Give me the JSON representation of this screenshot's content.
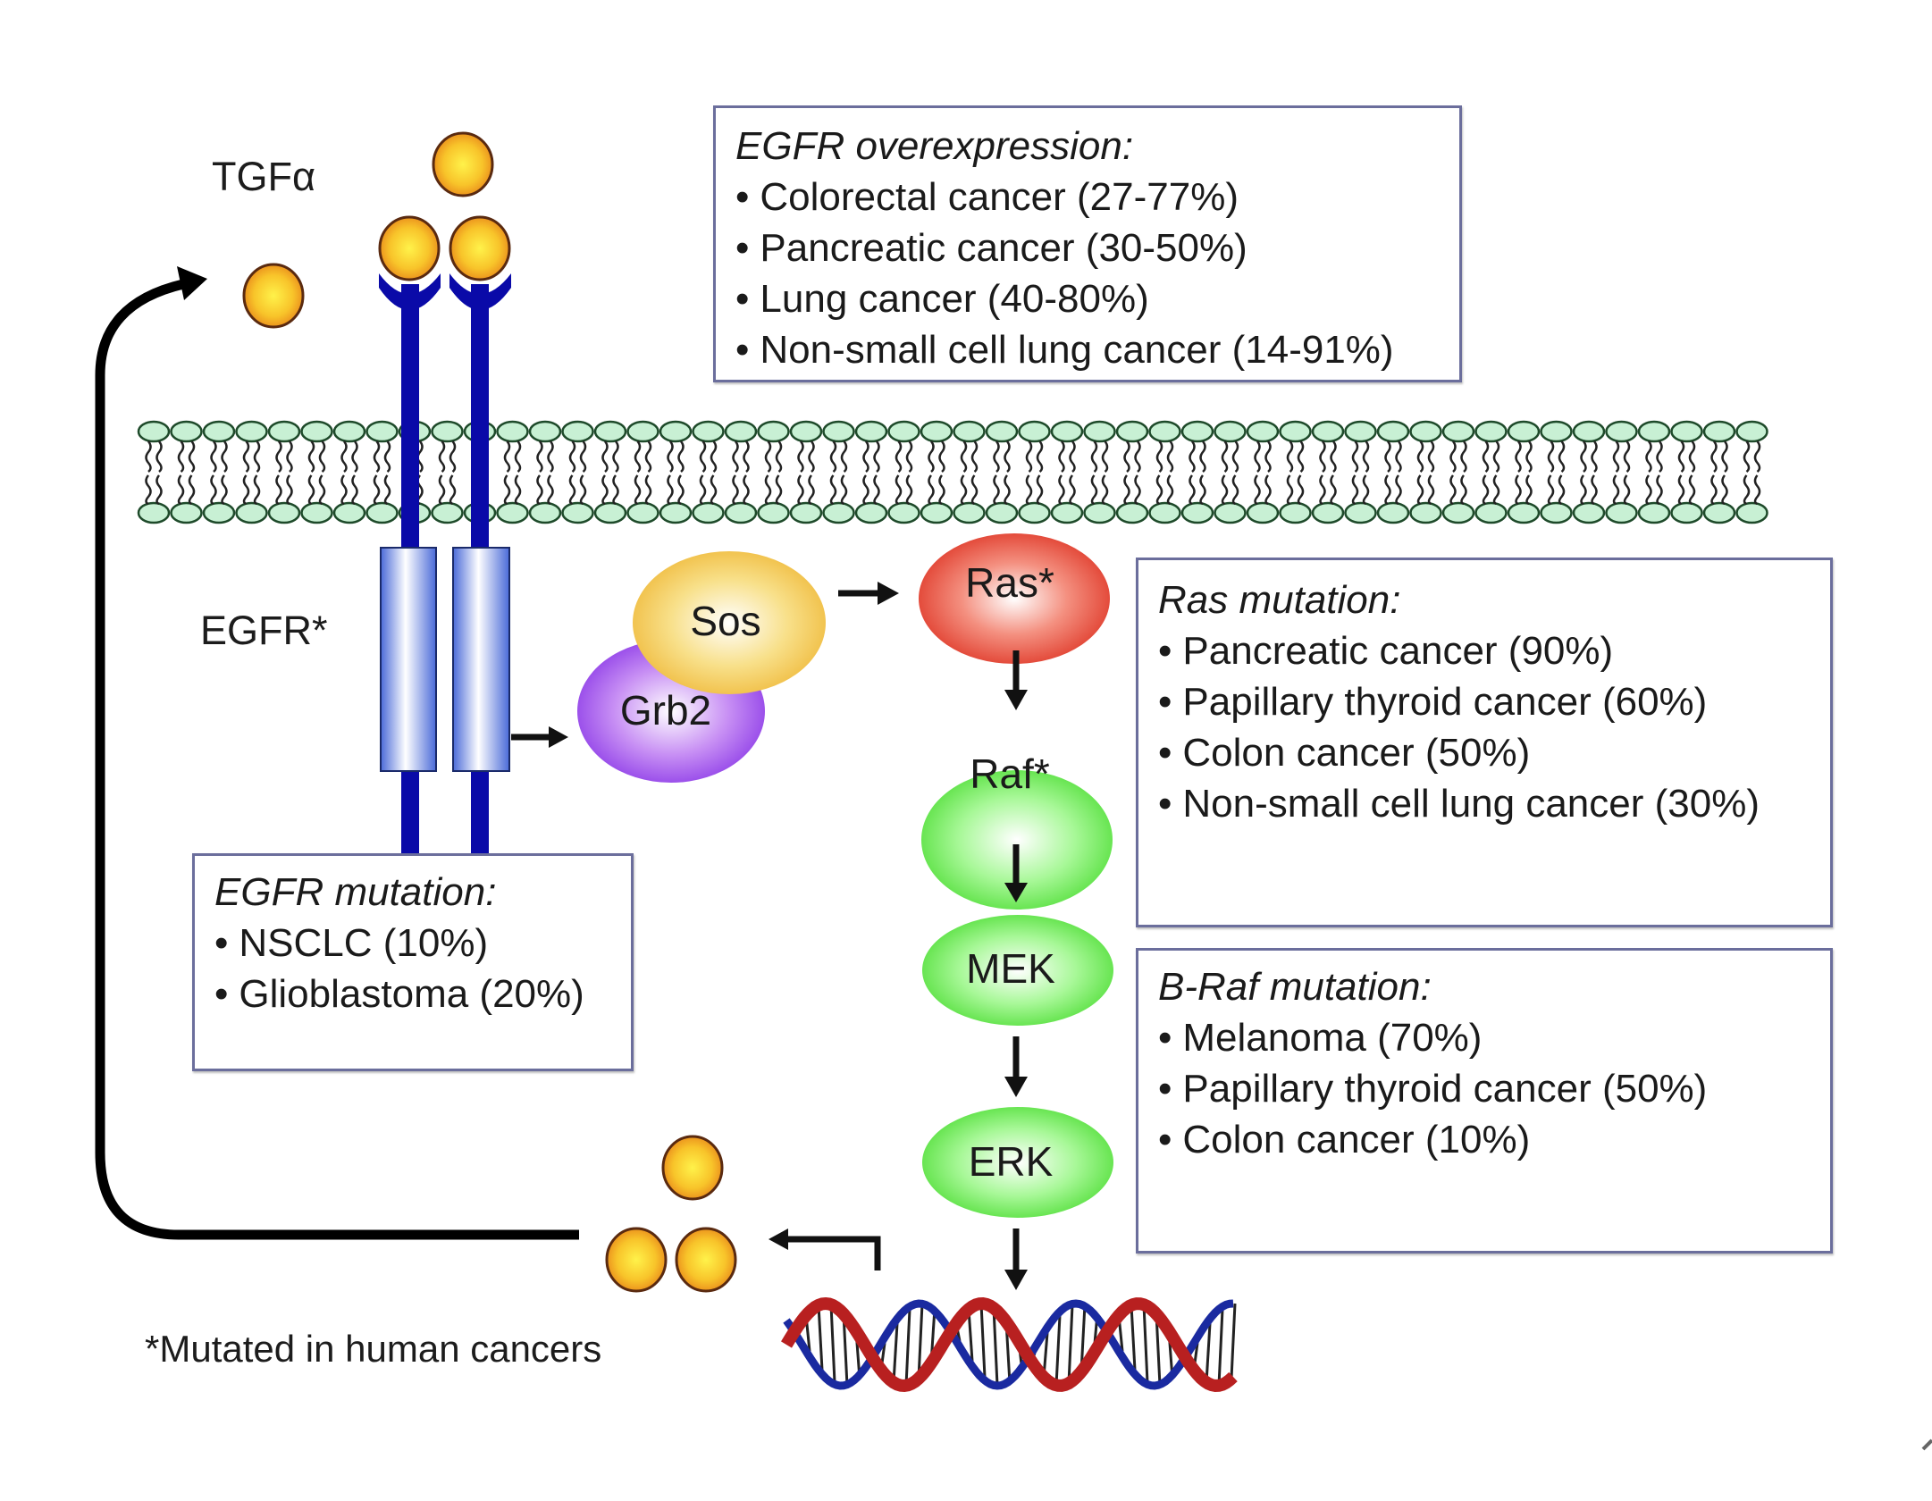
{
  "labels": {
    "ligand": "TGFα",
    "receptor": "EGFR*",
    "footnote": "*Mutated in human cancers"
  },
  "nodes": [
    {
      "id": "sos",
      "label": "Sos",
      "color": "#f2c24a"
    },
    {
      "id": "grb2",
      "label": "Grb2",
      "color": "#9a4ae8"
    },
    {
      "id": "ras",
      "label": "Ras*",
      "color": "#e8483a"
    },
    {
      "id": "raf",
      "label": "Raf*",
      "color": "#5fe84a"
    },
    {
      "id": "mek",
      "label": "MEK",
      "color": "#5fe84a"
    },
    {
      "id": "erk",
      "label": "ERK",
      "color": "#5fe84a"
    }
  ],
  "boxes": {
    "egfr_overexpression": {
      "title": "EGFR overexpression:",
      "items": [
        "Colorectal cancer (27-77%)",
        "Pancreatic cancer (30-50%)",
        "Lung cancer (40-80%)",
        "Non-small cell lung cancer (14-91%)"
      ]
    },
    "ras_mutation": {
      "title": "Ras mutation:",
      "items": [
        "Pancreatic cancer (90%)",
        "Papillary thyroid cancer (60%)",
        "Colon cancer (50%)",
        "Non-small cell lung cancer (30%)"
      ]
    },
    "braf_mutation": {
      "title": "B-Raf mutation:",
      "items": [
        "Melanoma (70%)",
        "Papillary thyroid cancer (50%)",
        "Colon cancer (10%)"
      ]
    },
    "egfr_mutation": {
      "title": "EGFR mutation:",
      "items": [
        "NSCLC (10%)",
        "Glioblastoma (20%)"
      ]
    }
  },
  "colors": {
    "receptor": "#0a0aa8",
    "ligand_edge": "#e8901a",
    "ligand_core": "#fff04a",
    "membrane_head": "#c8f0d4",
    "box_border": "#6b6e9c"
  }
}
